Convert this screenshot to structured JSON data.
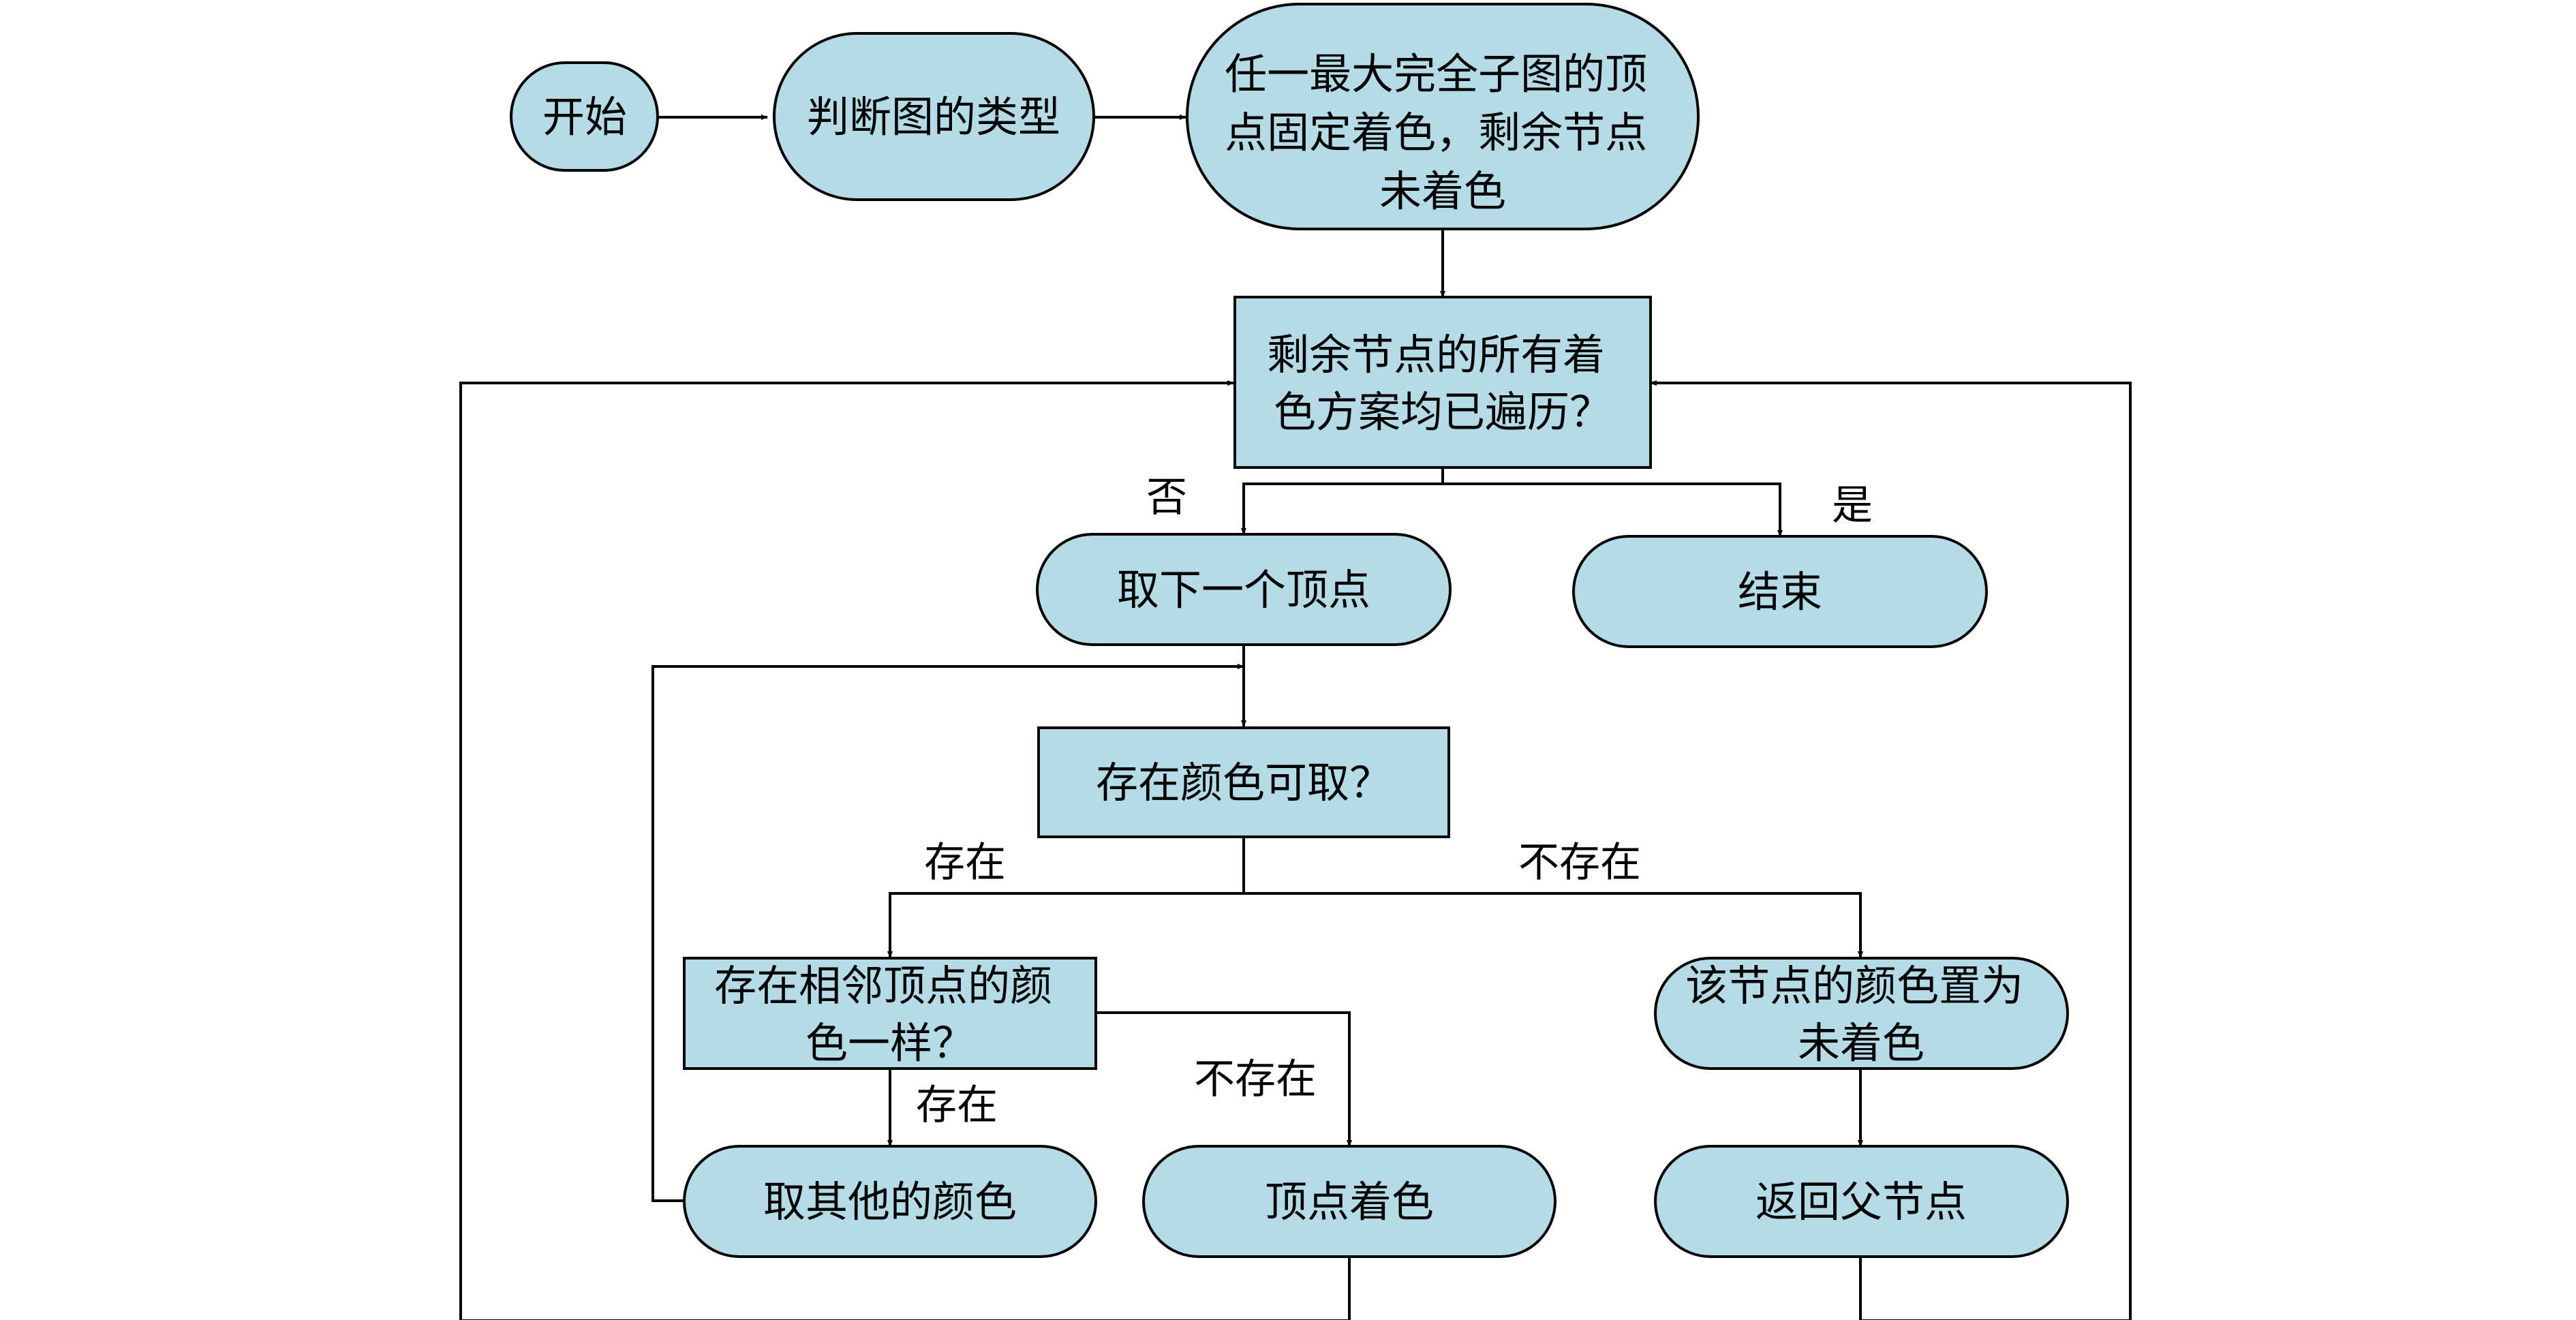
{
  "colors": {
    "node_fill": "#b5dce6",
    "stroke": "#000000",
    "background": "#ffffff"
  },
  "nodes": {
    "start": [
      "开始"
    ],
    "judge_type": [
      "判断图的类型"
    ],
    "fix_colors": [
      "任一最大完全子图的顶",
      "点固定着色，剩余节点",
      "未着色"
    ],
    "all_traversed": [
      "剩余节点的所有着",
      "色方案均已遍历？"
    ],
    "take_next_vertex": [
      "取下一个顶点"
    ],
    "end": [
      "结束"
    ],
    "color_available": [
      "存在颜色可取？"
    ],
    "adjacent_same": [
      "存在相邻顶点的颜",
      "色一样？"
    ],
    "set_uncolored": [
      "该节点的颜色置为",
      "未着色"
    ],
    "take_other_color": [
      "取其他的颜色"
    ],
    "color_vertex": [
      "顶点着色"
    ],
    "return_parent": [
      "返回父节点"
    ]
  },
  "edge_labels": {
    "no": "否",
    "yes": "是",
    "exists_1": "存在",
    "not_exists_1": "不存在",
    "exists_2": "存在",
    "not_exists_2": "不存在"
  }
}
